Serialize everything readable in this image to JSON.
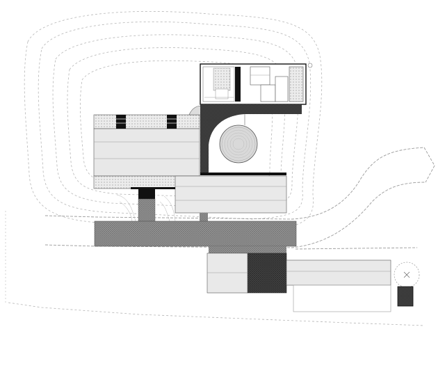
{
  "drawing": {
    "type": "architectural-site-plan",
    "view": "plan",
    "text_labels": []
  },
  "colors": {
    "background": "#ffffff",
    "outline": "#1a1a1a",
    "contour": "#b0b0b0",
    "roof_light": "#e9e9e9",
    "roof_stripe": "#cfcfcf",
    "dense_hatch": "#8c8c8c",
    "dark_hatch": "#3a3a3a",
    "solid_black": "#111111",
    "courtyard_fill": "#dcdcdc"
  },
  "elements": {
    "terrain_contours": 6,
    "roof_blocks": [
      "upper-left-block",
      "middle-block",
      "south-west-block",
      "east-block"
    ],
    "plazas": [
      "main-plaza",
      "south-plaza"
    ],
    "circular_courtyard": true,
    "access_roads": 2,
    "small_gazebo": true
  }
}
